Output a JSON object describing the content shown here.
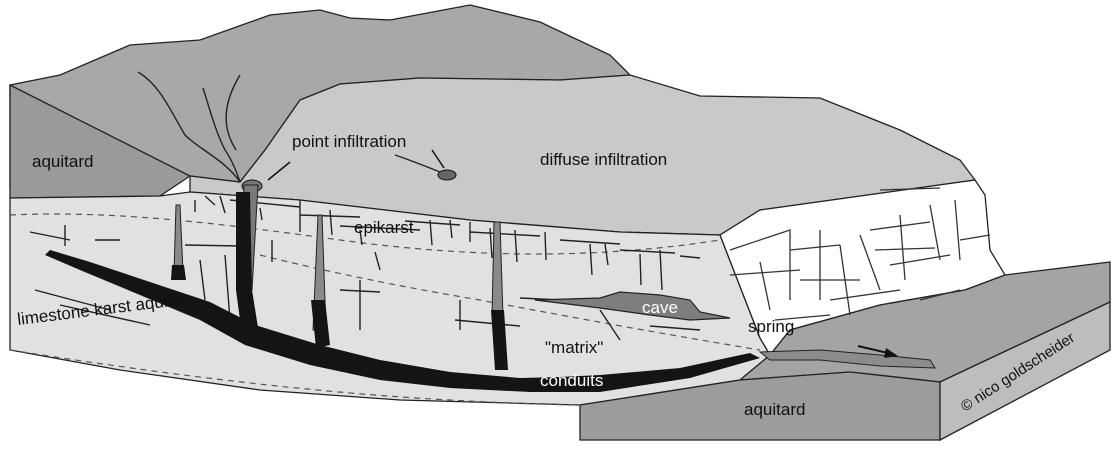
{
  "labels": {
    "aquitard_top": "aquitard",
    "point_infiltration": "point infiltration",
    "diffuse_infiltration": "diffuse infiltration",
    "epikarst": "epikarst",
    "cave": "cave",
    "limestone_karst_aquifer": "limestone karst aquifer",
    "spring": "spring",
    "matrix": "\"matrix\"",
    "conduits": "conduits",
    "aquitard_bottom": "aquitard",
    "copyright": "© nico goldscheider"
  },
  "colors": {
    "aquitard": "#a6a6a6",
    "limestone_surface": "#c8c8c8",
    "limestone_front": "#e2e2e2",
    "white_cliff": "#ffffff",
    "conduit": "#141414",
    "cave": "#7f7f7f",
    "spring_stream": "#8a8a8a"
  }
}
